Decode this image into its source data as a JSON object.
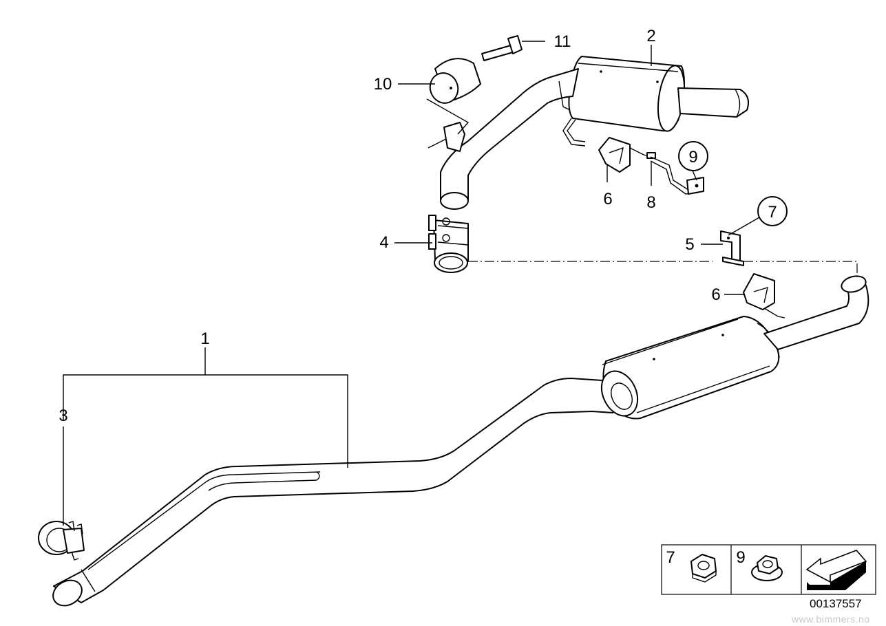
{
  "callouts": {
    "c1": "1",
    "c2": "2",
    "c3": "3",
    "c4": "4",
    "c5": "5",
    "c6a": "6",
    "c6b": "6",
    "c7": "7",
    "c8": "8",
    "c9": "9",
    "c10": "10",
    "c11": "11"
  },
  "legend": {
    "item1_number": "7",
    "item2_number": "9"
  },
  "doc_number": "00137557",
  "watermark": "www.bimmers.no"
}
